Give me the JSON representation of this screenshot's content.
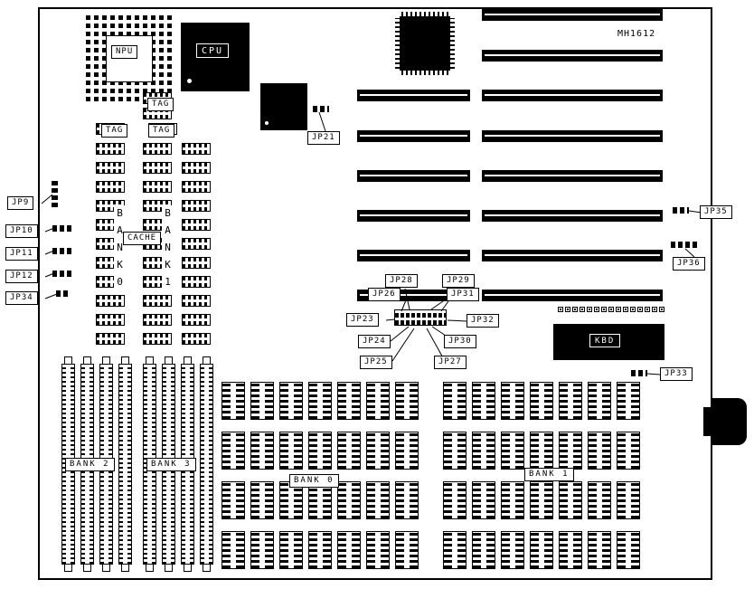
{
  "board": {
    "model": "MH1612"
  },
  "chips": {
    "npu": "NPU",
    "cpu": "CPU",
    "tag": "TAG",
    "cache": "CACHE",
    "kbd": "KBD"
  },
  "banks": {
    "bank0_vertical": "BANK0",
    "bank1_vertical": "BANK1",
    "bank2": "BANK 2",
    "bank3": "BANK 3",
    "bank0": "BANK 0",
    "bank1": "BANK 1"
  },
  "jumpers": {
    "jp9": "JP9",
    "jp10": "JP10",
    "jp11": "JP11",
    "jp12": "JP12",
    "jp34": "JP34",
    "jp21": "JP21",
    "jp35": "JP35",
    "jp36": "JP36",
    "jp33": "JP33",
    "jp23": "JP23",
    "jp24": "JP24",
    "jp25": "JP25",
    "jp26": "JP26",
    "jp27": "JP27",
    "jp28": "JP28",
    "jp29": "JP29",
    "jp30": "JP30",
    "jp31": "JP31",
    "jp32": "JP32"
  }
}
